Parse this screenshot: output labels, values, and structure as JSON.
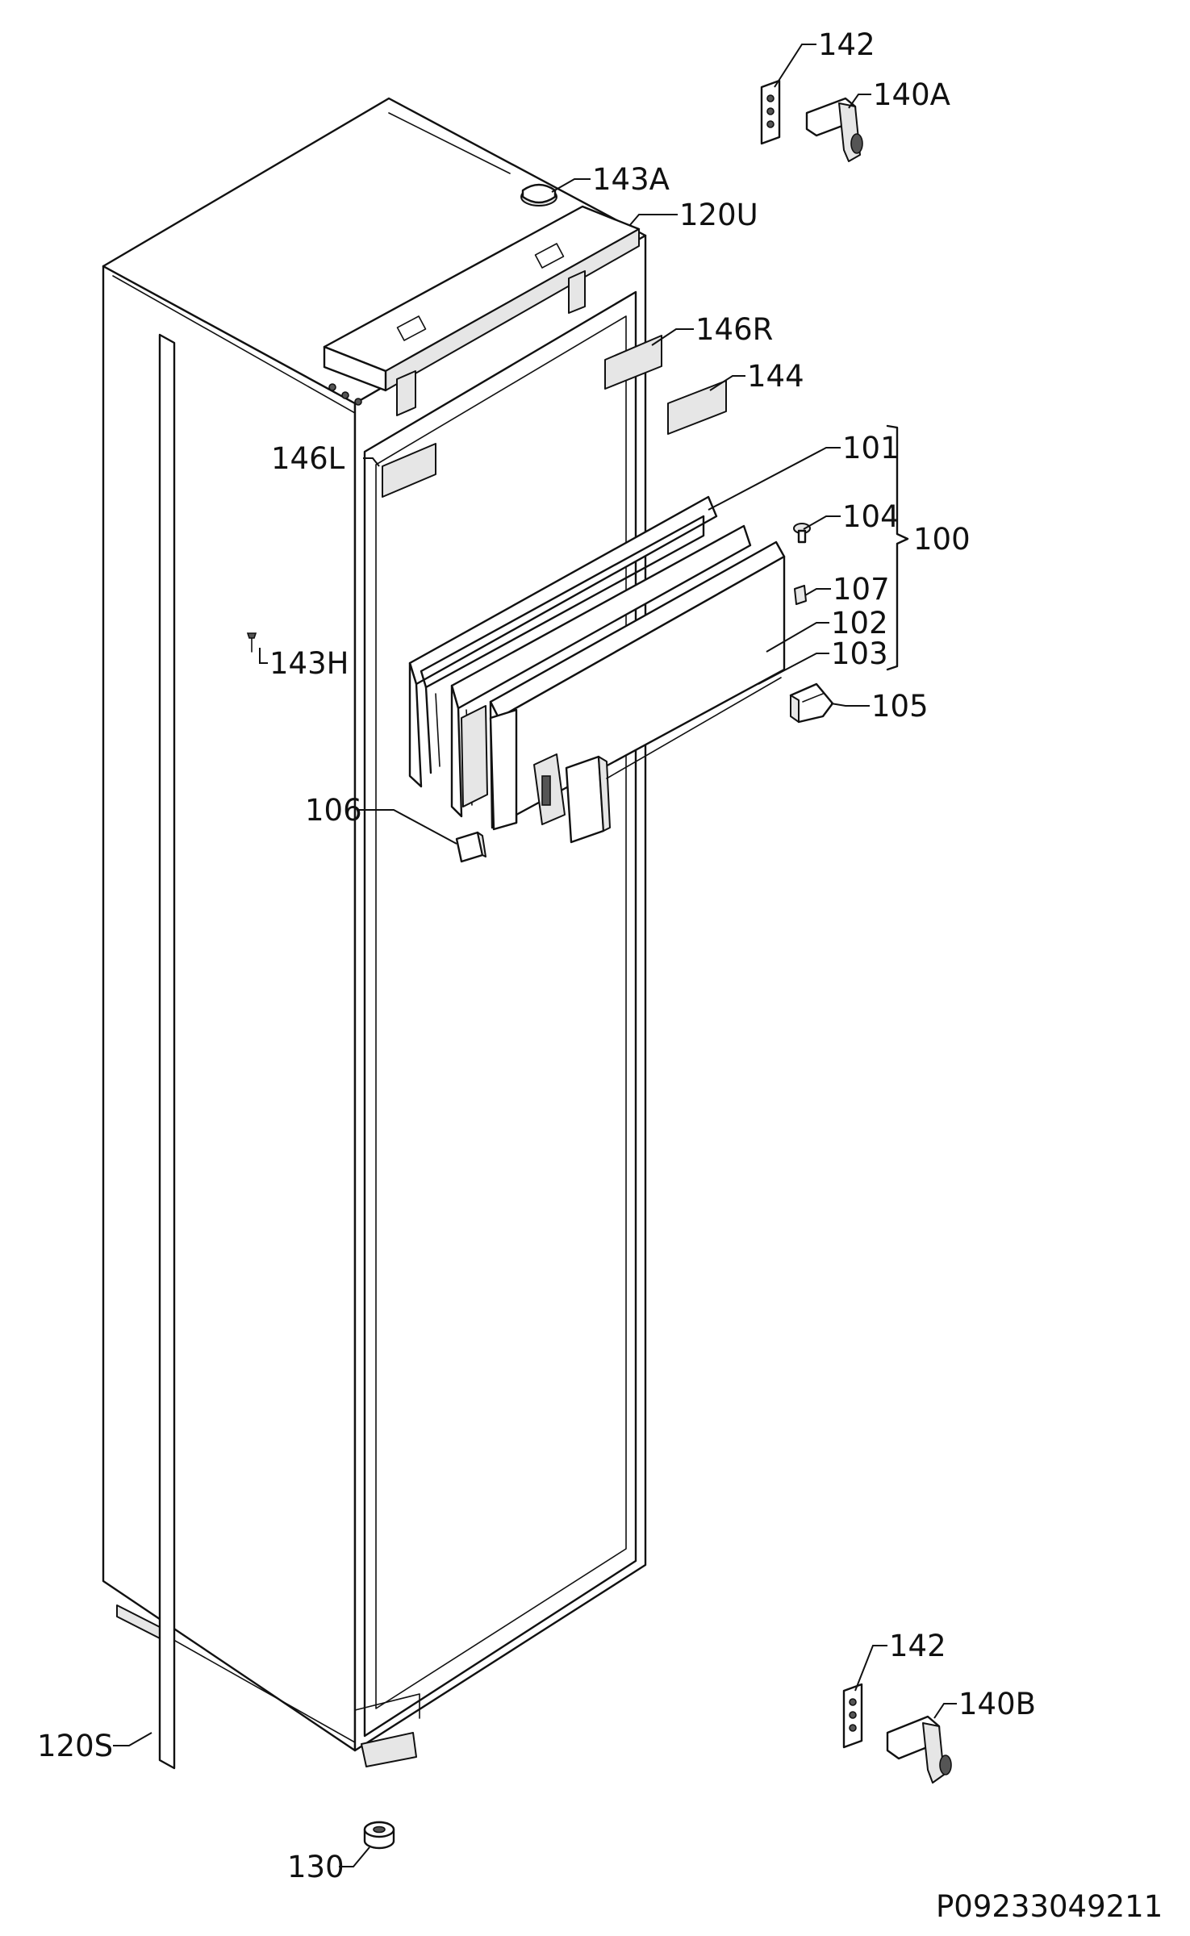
{
  "callouts": {
    "c142_top": "142",
    "c140A": "140A",
    "c143A": "143A",
    "c120U": "120U",
    "c146R": "146R",
    "c144": "144",
    "c146L": "146L",
    "c101": "101",
    "c104": "104",
    "c100": "100",
    "c107": "107",
    "c143H": "143H",
    "c102": "102",
    "c103": "103",
    "c105": "105",
    "c106": "106",
    "c142_bottom": "142",
    "c140B": "140B",
    "c120S": "120S",
    "c130": "130"
  },
  "drawing_number": "P09233049211"
}
